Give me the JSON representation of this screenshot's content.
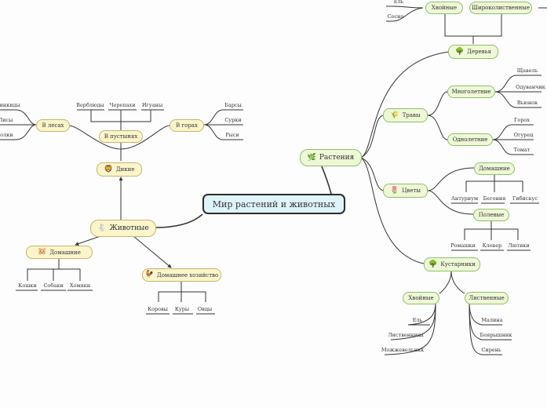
{
  "root": "Мир растений и животных",
  "plants": {
    "label": "Растения",
    "icon": "leaf-icon",
    "trees": {
      "label": "Деревья",
      "icon": "tree-icon",
      "coniferous": {
        "label": "Хвойные",
        "items": [
          "Ель",
          "Сосна"
        ]
      },
      "broadleaf": {
        "label": "Широколиственные"
      }
    },
    "grasses": {
      "label": "Травы",
      "icon": "grass-icon",
      "perennial": {
        "label": "Многолетние",
        "items": [
          "Щавель",
          "Одуванчик",
          "Вьюнок"
        ]
      },
      "annual": {
        "label": "Однолетние",
        "items": [
          "Горох",
          "Огурец",
          "Томат"
        ]
      }
    },
    "flowers": {
      "label": "Цветы",
      "icon": "flower-icon",
      "home": {
        "label": "Домашние",
        "items": [
          "Антуриум",
          "Бегония",
          "Гибискус"
        ]
      },
      "field": {
        "label": "Полевые",
        "items": [
          "Ромашки",
          "Клевер",
          "Лютики"
        ]
      }
    },
    "shrubs": {
      "label": "Кустарники",
      "icon": "shrub-icon",
      "coniferous": {
        "label": "Хвойные",
        "items": [
          "Ель",
          "Лиственница",
          "Можжевельник"
        ]
      },
      "deciduous": {
        "label": "Лиственные",
        "items": [
          "Малина",
          "Боярышник",
          "Сирень"
        ]
      }
    }
  },
  "animals": {
    "label": "Животные",
    "icon": "rabbit-icon",
    "wild": {
      "label": "Дикие",
      "icon": "lion-icon",
      "forest": {
        "label": "В лесах",
        "items": [
          "Пингвинкиды",
          "Лисы",
          "Волки"
        ]
      },
      "desert": {
        "label": "В пустынях",
        "items": [
          "Верблюды",
          "Черепахи",
          "Игуаны"
        ]
      },
      "mountains": {
        "label": "В горах",
        "items": [
          "Барсы",
          "Сурки",
          "Рыси"
        ]
      }
    },
    "pets": {
      "label": "Домашние",
      "icon": "hamster-icon",
      "items": [
        "Кошки",
        "Собаки",
        "Хомяки"
      ]
    },
    "farm": {
      "label": "Домашнее хозяйство",
      "icon": "rooster-icon",
      "items": [
        "Коровы",
        "Куры",
        "Овцы"
      ]
    }
  },
  "colors": {
    "root_fill": "#dff3fb",
    "plant_fill": "#eef8d6",
    "animal_fill": "#fbf5cc",
    "line": "#333333"
  }
}
